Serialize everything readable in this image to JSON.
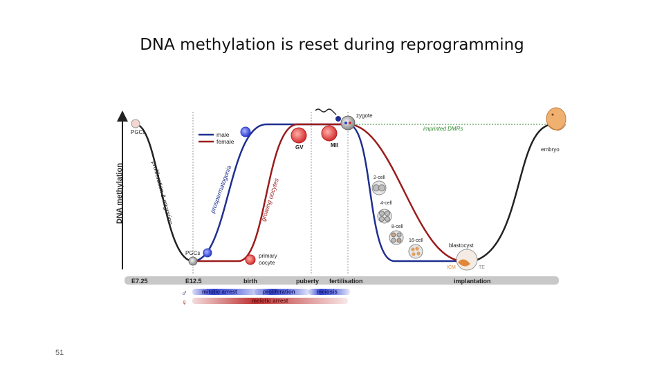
{
  "slide": {
    "title": "DNA methylation is reset during reprogramming",
    "page_number": "51"
  },
  "diagram": {
    "y_axis_label": "DNA methylation",
    "legend": {
      "male": "male",
      "female": "female"
    },
    "colors": {
      "male": "#1f2f8f",
      "female": "#9b1c1c",
      "embryo": "#222222",
      "imprinted": "#2e8b2e",
      "timeline": "#c8c8c8"
    },
    "labels": {
      "pgcs_top": "PGCs",
      "pgcs_bottom": "PGCs",
      "proliferation_migration": "proliferation & migration",
      "prospermatogonia": "prospermatogonia",
      "growing_oocytes": "growing oocytes",
      "primary_oocyte_1": "primary",
      "primary_oocyte_2": "oocyte",
      "gv": "GV",
      "mii": "MII",
      "zygote": "zygote",
      "imprinted_dmrs": "imprinted DMRs",
      "embryo": "embryo",
      "cell2": "2-cell",
      "cell4": "4-cell",
      "cell8": "8-cell",
      "cell16": "16-cell",
      "blastocyst": "blastocyst",
      "icm": "ICM",
      "te": "TE"
    },
    "timeline": [
      "E7.25",
      "E12.5",
      "birth",
      "puberty",
      "fertilisation",
      "implantation"
    ],
    "bars": {
      "male_symbol": "♂",
      "female_symbol": "♀",
      "mitotic_arrest": "mitotic arrest",
      "proliferation": "proliferation",
      "meiosis": "meiosis",
      "meiotic_arrest": "meiotic arrest"
    }
  }
}
